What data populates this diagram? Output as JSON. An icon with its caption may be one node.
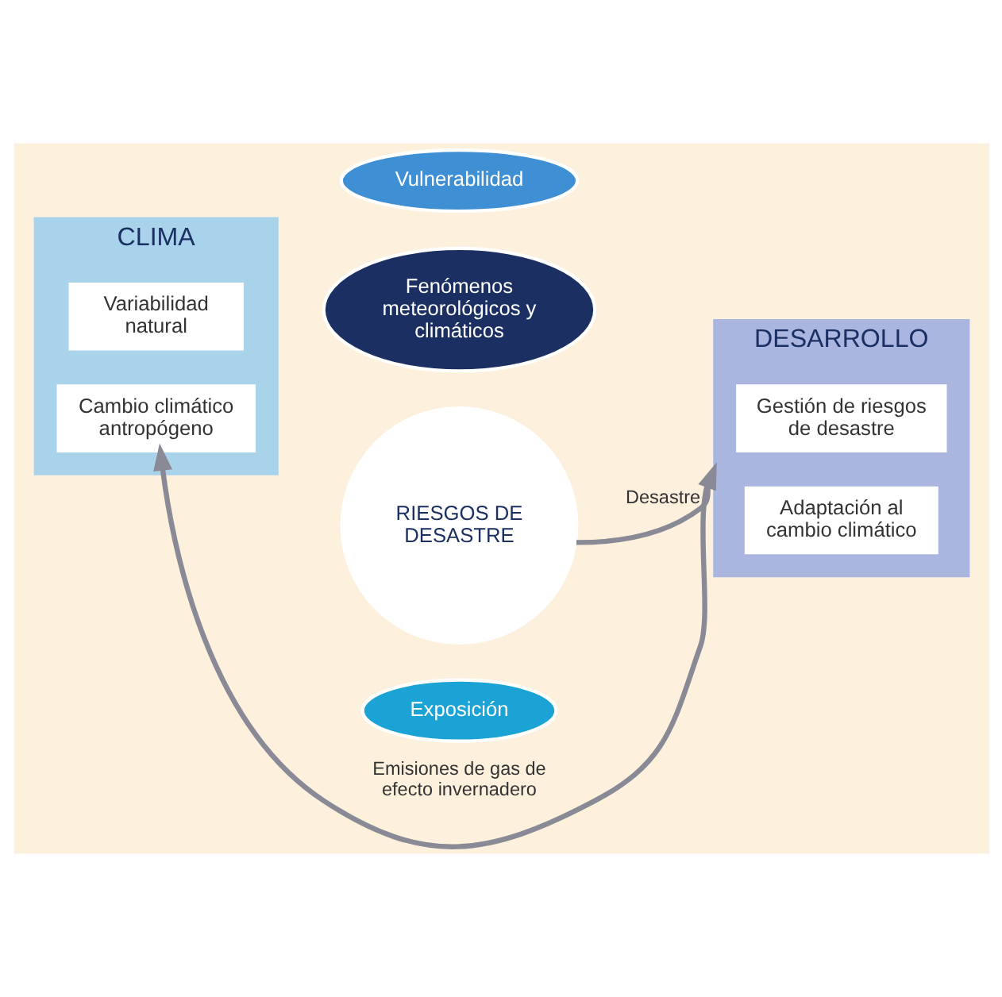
{
  "diagram": {
    "nodes": [
      {
        "text": [
          "CLIMA"
        ]
      },
      {
        "text": [
          "Variabilidad natural"
        ],
        "in": 0
      },
      {
        "text": [
          "Cambio climático antropógeno"
        ],
        "in": 0
      },
      {
        "text": [
          "Vulnerabilidad"
        ]
      },
      {
        "text": [
          "Fenómenos meteorológicos y climáticos"
        ]
      },
      {
        "text": [
          "RIESGOS DE DESASTRE"
        ]
      },
      {
        "text": [
          "Exposición"
        ]
      },
      {
        "text": [
          "DESARROLLO"
        ]
      },
      {
        "text": [
          "Gestión de riesgos de desastre"
        ],
        "in": 7
      },
      {
        "text": [
          "Adaptación al cambio climático"
        ],
        "in": 7
      }
    ],
    "edges": [
      {
        "from": 5,
        "to": 7,
        "arrow": "to",
        "label": "Desastre"
      },
      {
        "from": 7,
        "to": 2,
        "arrow": "to",
        "label": "Emisiones de gas de efecto invernadero"
      }
    ]
  }
}
